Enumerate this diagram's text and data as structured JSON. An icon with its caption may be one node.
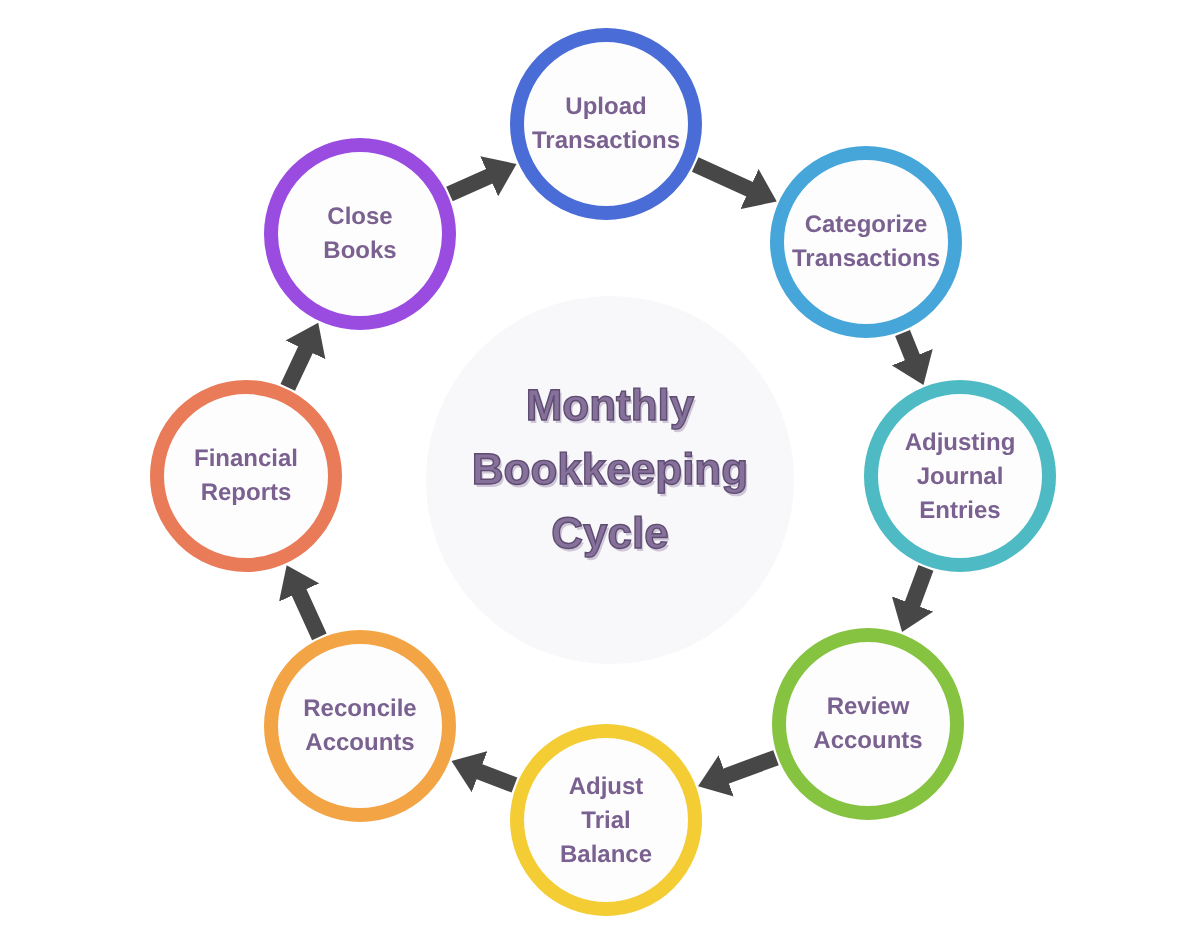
{
  "diagram": {
    "nodes": [
      {
        "text": [
          "Monthly Bookkeeping Cycle"
        ]
      },
      {
        "text": [
          "Upload Transactions"
        ]
      },
      {
        "text": [
          "Categorize Transactions"
        ]
      },
      {
        "text": [
          "Adjusting Journal Entries"
        ]
      },
      {
        "text": [
          "Review Accounts"
        ]
      },
      {
        "text": [
          "Adjust Trial Balance"
        ]
      },
      {
        "text": [
          "Reconcile Accounts"
        ]
      },
      {
        "text": [
          "Financial Reports"
        ]
      },
      {
        "text": [
          "Close Books"
        ]
      }
    ],
    "edges": [
      {
        "from": 1,
        "to": 2,
        "arrow": "to"
      },
      {
        "from": 2,
        "to": 3,
        "arrow": "to"
      },
      {
        "from": 3,
        "to": 4,
        "arrow": "to"
      },
      {
        "from": 4,
        "to": 5,
        "arrow": "to"
      },
      {
        "from": 5,
        "to": 6,
        "arrow": "to"
      },
      {
        "from": 6,
        "to": 7,
        "arrow": "to"
      },
      {
        "from": 7,
        "to": 8,
        "arrow": "to"
      },
      {
        "from": 8,
        "to": 1,
        "arrow": "to"
      }
    ]
  }
}
